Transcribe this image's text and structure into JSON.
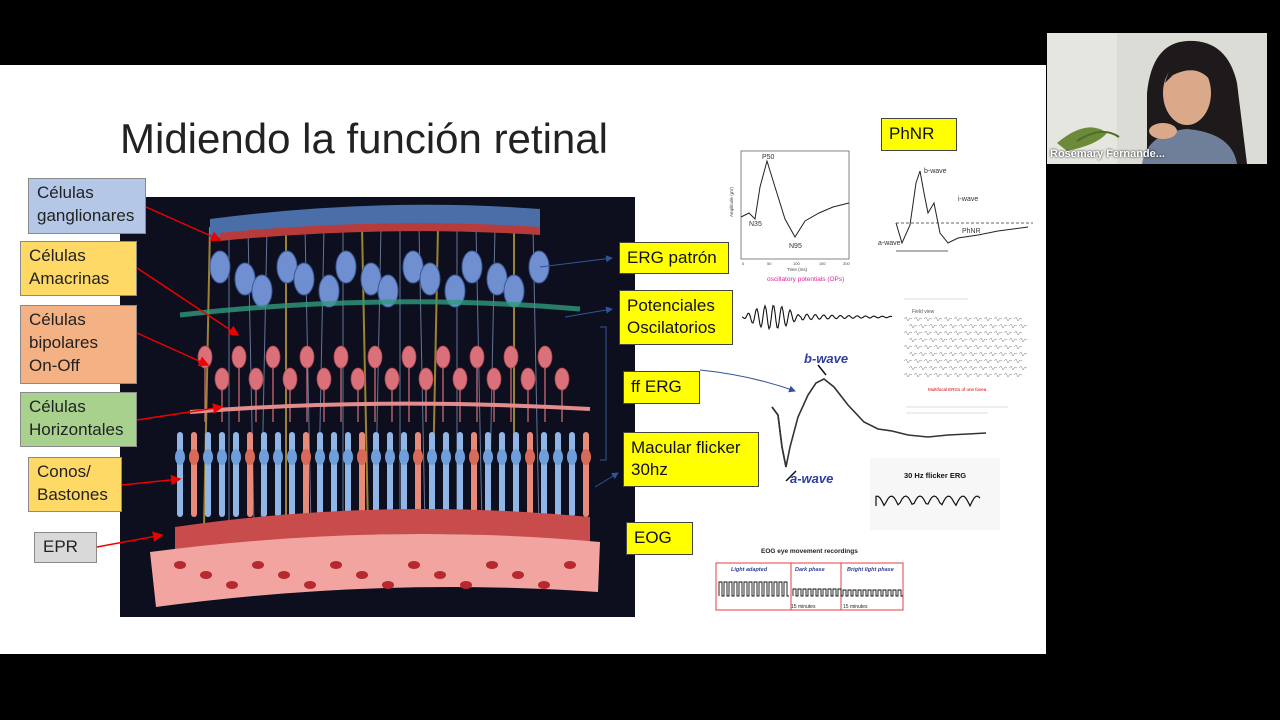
{
  "slide": {
    "title": "Midiendo la función retinal",
    "left_labels": [
      {
        "text": "Células ganglionares",
        "color": "#b4c7e7"
      },
      {
        "text": "Células Amacrinas",
        "color": "#ffd966"
      },
      {
        "text": "Células bipolares On-Off",
        "color": "#f4b183"
      },
      {
        "text": "Células Horizontales",
        "color": "#a9d18e"
      },
      {
        "text": "Conos/ Bastones",
        "color": "#ffd966"
      },
      {
        "text": "EPR",
        "color": "#d9d9d9"
      }
    ],
    "right_labels": {
      "phnr": "PhNR",
      "erg_patron": "ERG patrón",
      "potenciales": "Potenciales Oscilatorios",
      "ff_erg": "ff ERG",
      "macular": "Macular flicker 30hz",
      "eog": "EOG"
    },
    "pattern_erg": {
      "peak_p50": "P50",
      "trough_n35": "N35",
      "trough_n95": "N95",
      "y_axis": "Amplitude (µV)",
      "x_axis": "Time (ms)",
      "x_ticks": [
        "0",
        "50",
        "100",
        "150",
        "200"
      ],
      "caption": "oscillatory potentials (OPs)"
    },
    "phnr_plot": {
      "b_wave": "b-wave",
      "i_wave": "i-wave",
      "a_wave": "a-wave",
      "phnr": "PhNR"
    },
    "ff_erg_plot": {
      "b_wave": "b-wave",
      "a_wave": "a-wave"
    },
    "mferg": {
      "title": "Field view",
      "caption": "Multifocal ERGs of one fovea"
    },
    "flicker": {
      "title": "30 Hz flicker ERG"
    },
    "eog": {
      "title": "EOG eye movement recordings",
      "phases": [
        "Light adapted",
        "Dark phase",
        "Bright light phase"
      ],
      "durations": [
        "15 minutes",
        "15 minutes"
      ]
    }
  },
  "webcam": {
    "participant_name": "Rosemary Fernande..."
  }
}
